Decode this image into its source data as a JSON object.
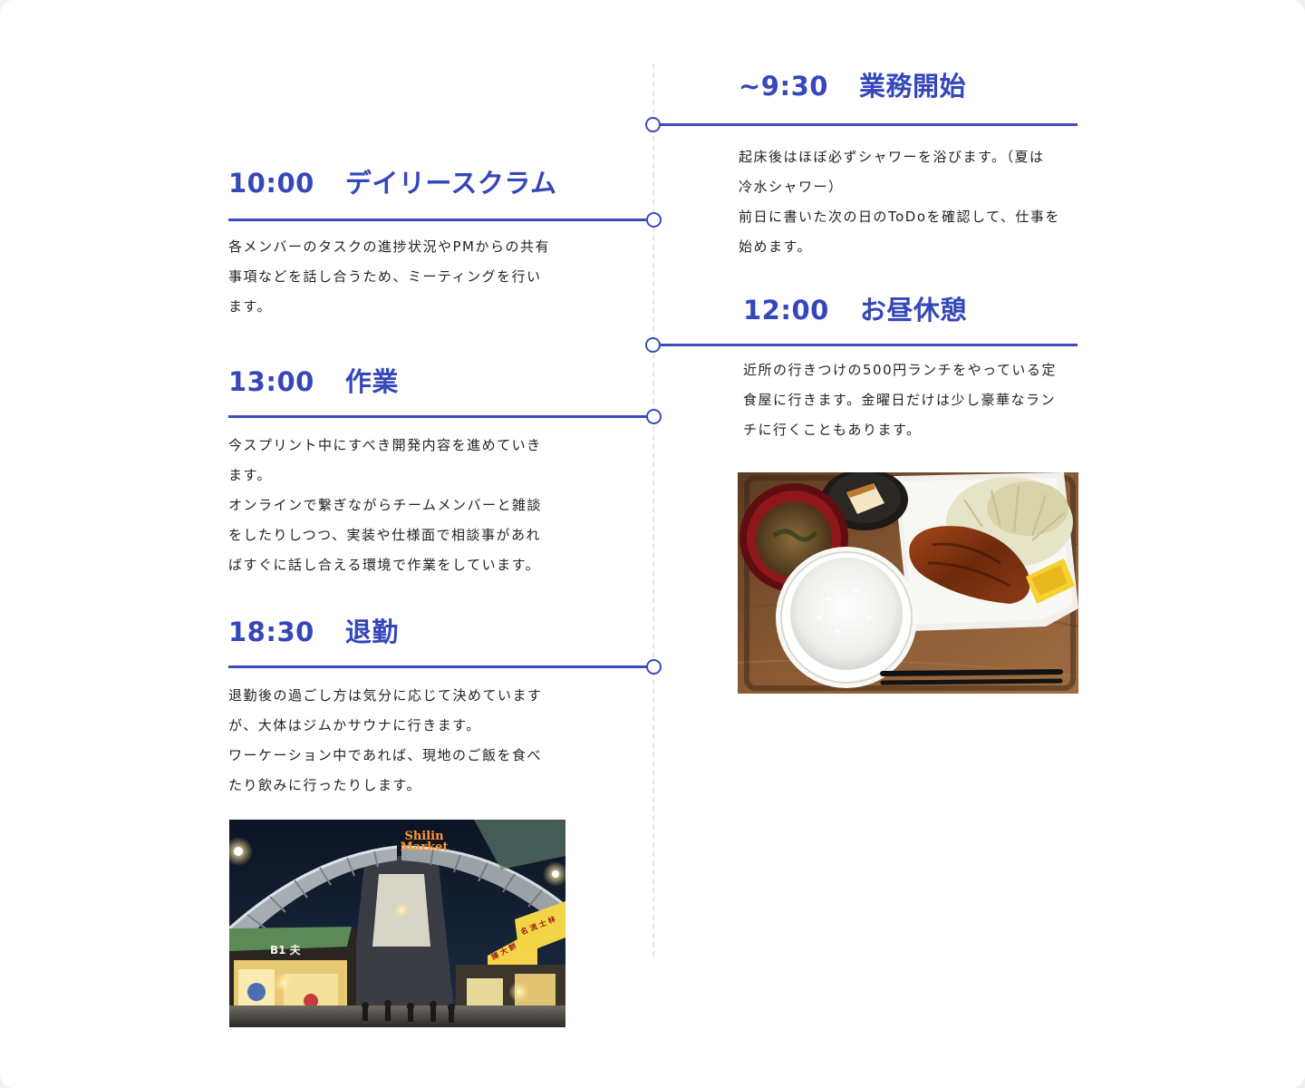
{
  "timeline": {
    "entries": [
      {
        "id": "work-start",
        "time": "~9:30",
        "title": "業務開始",
        "description": "起床後はほぼ必ずシャワーを浴びます。（夏は\n冷水シャワー）\n前日に書いた次の日のToDoを確認して、仕事を\n始めます。"
      },
      {
        "id": "daily-scrum",
        "time": "10:00",
        "title": "デイリースクラム",
        "description": "各メンバーのタスクの進捗状況やPMからの共有\n事項などを話し合うため、ミーティングを行い\nます。"
      },
      {
        "id": "lunch-break",
        "time": "12:00",
        "title": "お昼休憩",
        "description": "近所の行きつけの500円ランチをやっている定\n食屋に行きます。金曜日だけは少し豪華なラン\nチに行くこともあります。"
      },
      {
        "id": "work",
        "time": "13:00",
        "title": "作業",
        "description": "今スプリント中にすべき開発内容を進めていき\nます。\nオンラインで繋ぎながらチームメンバーと雑談\nをしたりしつつ、実装や仕様面で相談事があれ\nばすぐに話し合える環境で作業をしています。"
      },
      {
        "id": "leave-work",
        "time": "18:30",
        "title": "退勤",
        "description": "退勤後の過ごし方は気分に応じて決めています\nが、大体はジムかサウナに行きます。\nワーケーション中であれば、現地のご飯を食べ\nたり飲みに行ったりします。"
      }
    ]
  },
  "photos": {
    "lunch": {
      "icon": "lunch-set-photo"
    },
    "market": {
      "icon": "night-market-photo",
      "sign_line1": "Shilin",
      "sign_line2": "Market",
      "stall_sign": "B1 夫",
      "shop_sign": "陳 大 餅 包 小 餅",
      "shop_sign2": "名 流 士 林"
    }
  },
  "colors": {
    "accent": "#3a4cc0",
    "title": "#3547b9",
    "text": "#222222",
    "axis": "#e3e5ea"
  }
}
